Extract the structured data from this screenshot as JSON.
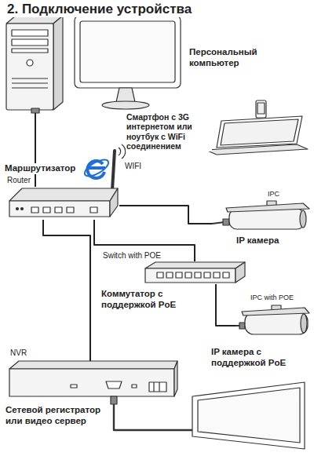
{
  "diagram": {
    "title": "2. Подключение устройства",
    "nodes": [
      {
        "text": [
          "Персональный компьютер"
        ]
      },
      {
        "text": [
          "Смартфон с 3G интернетом или ноутбук с WiFi соединением"
        ]
      },
      {
        "text": [
          "Маршрутизатор",
          "Router"
        ]
      },
      {
        "text": [
          "IPC",
          "IP камера"
        ]
      },
      {
        "text": [
          "Switch with POE",
          "Коммутатор с поддержкой PoE"
        ]
      },
      {
        "text": [
          "IPC with POE",
          "IP камера с поддержкой PoE"
        ]
      },
      {
        "text": [
          "NVR",
          "Сетевой регистратор или видео сервер"
        ]
      }
    ],
    "edges": [
      {
        "from": 0,
        "to": 2,
        "arrow": "none"
      },
      {
        "from": 2,
        "to": 3,
        "arrow": "none"
      },
      {
        "from": 2,
        "to": 4,
        "arrow": "none"
      },
      {
        "from": 4,
        "to": 5,
        "arrow": "none"
      },
      {
        "from": 2,
        "to": 6,
        "arrow": "none"
      }
    ],
    "labels": [
      "WIFI"
    ]
  }
}
